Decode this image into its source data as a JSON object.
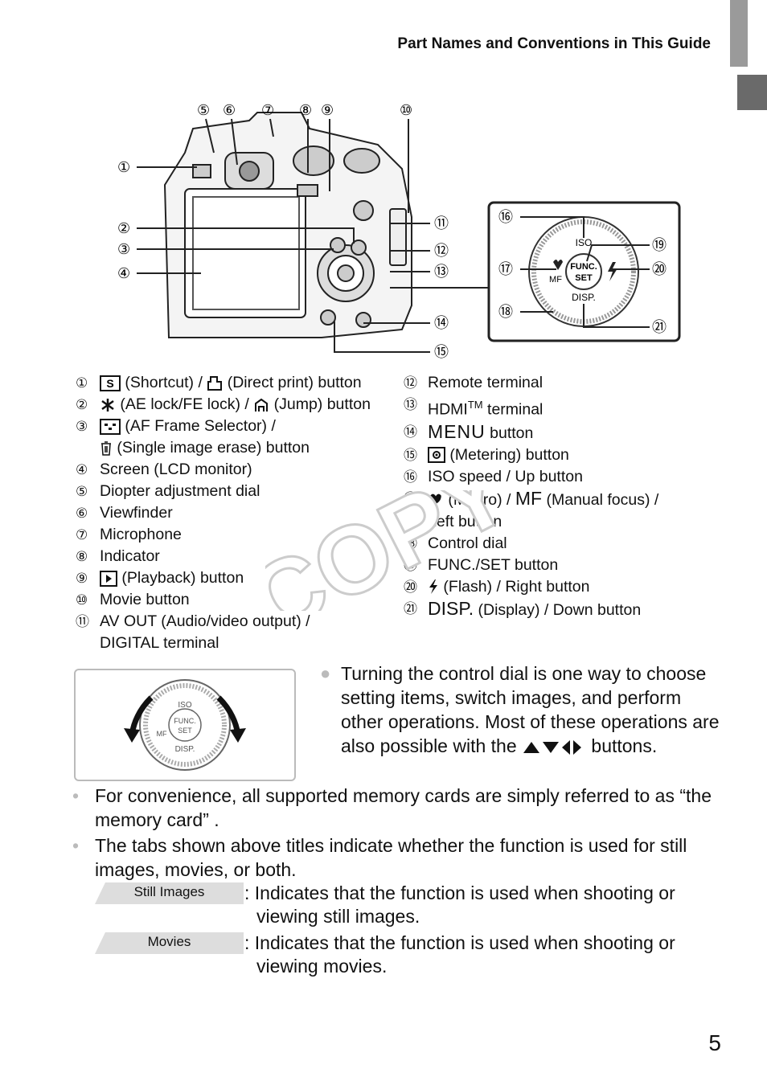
{
  "header": {
    "title": "Part Names and Conventions in This Guide"
  },
  "figure": {
    "callouts": [
      "⑤",
      "⑥",
      "⑦",
      "⑧",
      "⑨",
      "⑩",
      "①",
      "②",
      "③",
      "④",
      "⑪",
      "⑫",
      "⑬",
      "⑭",
      "⑮",
      "⑯",
      "⑰",
      "⑱",
      "⑲",
      "⑳",
      "㉑"
    ],
    "dial_labels": {
      "iso": "ISO",
      "func": "FUNC.",
      "set": "SET",
      "mf": "MF",
      "disp": "DISP."
    }
  },
  "legend_left": [
    {
      "n": "①",
      "text": " (Shortcut) / ",
      "text2": " (Direct print) button"
    },
    {
      "n": "②",
      "text": " (AE lock/FE lock) / ",
      "text2": " (Jump) button"
    },
    {
      "n": "③",
      "text": " (AF Frame Selector) /",
      "cont": " (Single image erase) button"
    },
    {
      "n": "④",
      "text": "Screen (LCD monitor)"
    },
    {
      "n": "⑤",
      "text": "Diopter adjustment dial"
    },
    {
      "n": "⑥",
      "text": "Viewfinder"
    },
    {
      "n": "⑦",
      "text": "Microphone"
    },
    {
      "n": "⑧",
      "text": "Indicator"
    },
    {
      "n": "⑨",
      "text": " (Playback) button"
    },
    {
      "n": "⑩",
      "text": "Movie button"
    },
    {
      "n": "⑪",
      "text": "AV OUT (Audio/video output) /",
      "cont": "DIGITAL terminal"
    }
  ],
  "legend_right": [
    {
      "n": "⑫",
      "text": "Remote terminal"
    },
    {
      "n": "⑬",
      "text": "HDMI",
      "sup": "TM",
      "text2": " terminal"
    },
    {
      "n": "⑭",
      "text": "MENU",
      "text2": " button"
    },
    {
      "n": "⑮",
      "text": " (Metering) button"
    },
    {
      "n": "⑯",
      "text": "ISO speed / Up button"
    },
    {
      "n": "⑰",
      "text": " (Macro) / ",
      "mf": "MF",
      "text2": " (Manual focus) /",
      "cont": "Left button"
    },
    {
      "n": "⑱",
      "text": "Control dial"
    },
    {
      "n": "⑲",
      "text": "FUNC./SET button"
    },
    {
      "n": "⑳",
      "text": " (Flash) / Right button"
    },
    {
      "n": "㉑",
      "text": "DISP.",
      "text2": " (Display) / Down button"
    }
  ],
  "control_dial_note": "Turning the control dial is one way to choose setting items, switch images, and perform other operations. Most of these operations are also possible with the",
  "control_dial_note_end": " buttons.",
  "bullets": [
    "For convenience, all supported memory cards are simply referred to as “the memory card” .",
    "The tabs shown above titles indicate whether the function is used for still images, movies, or both."
  ],
  "tabs": [
    {
      "label": "Still Images",
      "desc1": ": Indicates that the function is used when shooting or",
      "desc2": "viewing still images."
    },
    {
      "label": "Movies",
      "desc1": ": Indicates that the function is used when shooting or",
      "desc2": "viewing movies."
    }
  ],
  "watermark": "COPY",
  "page_number": "5"
}
